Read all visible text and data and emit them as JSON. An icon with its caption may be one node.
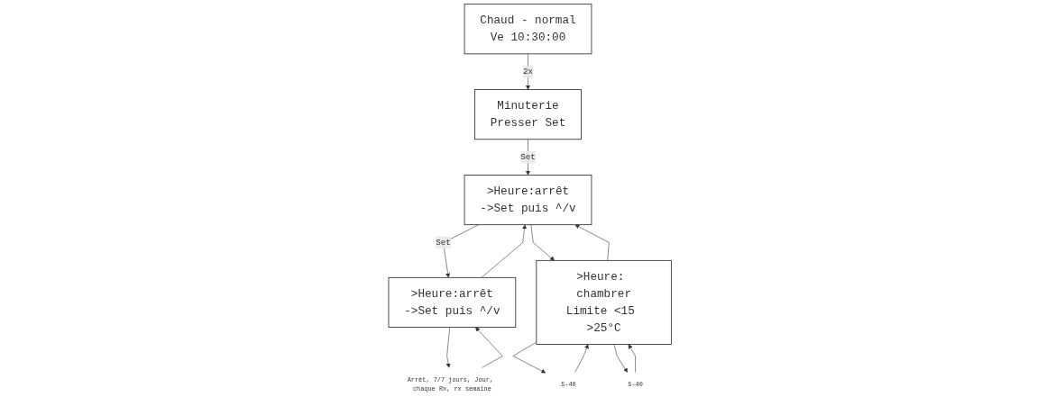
{
  "diagram": {
    "nodes": [
      {
        "text": [
          "Chaud - normal",
          "Ve 10:30:00"
        ]
      },
      {
        "text": [
          "Minuterie",
          "Presser Set"
        ]
      },
      {
        "text": [
          ">Heure:arrêt",
          "->Set puis ^/v"
        ]
      },
      {
        "text": [
          ">Heure:arrêt",
          "->Set puis ^/v"
        ]
      },
      {
        "text": [
          ">Heure: chambrer",
          "Limite <15 >25°C"
        ]
      },
      {
        "text": [
          "Arrêt, 7/7 jours, Jour, chaque Rx, rx semaine"
        ]
      },
      {
        "text": [
          "5-40"
        ]
      },
      {
        "text": [
          "5-40"
        ]
      }
    ],
    "edges": [
      {
        "from": 0,
        "to": 1,
        "arrow": "to",
        "label": "2x"
      },
      {
        "from": 1,
        "to": 2,
        "arrow": "to",
        "label": "Set"
      },
      {
        "from": 2,
        "to": 3,
        "arrow": "to",
        "label": "Set"
      },
      {
        "from": 3,
        "to": 2,
        "arrow": "to"
      },
      {
        "from": 2,
        "to": 4,
        "arrow": "to"
      },
      {
        "from": 4,
        "to": 2,
        "arrow": "to"
      },
      {
        "from": 5,
        "to": 3,
        "arrow": "to"
      },
      {
        "from": 3,
        "to": 5,
        "arrow": "to"
      },
      {
        "from": 4,
        "to": 6,
        "arrow": "to"
      },
      {
        "from": 6,
        "to": 4,
        "arrow": "to"
      },
      {
        "from": 4,
        "to": 7,
        "arrow": "to"
      },
      {
        "from": 7,
        "to": 4,
        "arrow": "to"
      }
    ]
  }
}
